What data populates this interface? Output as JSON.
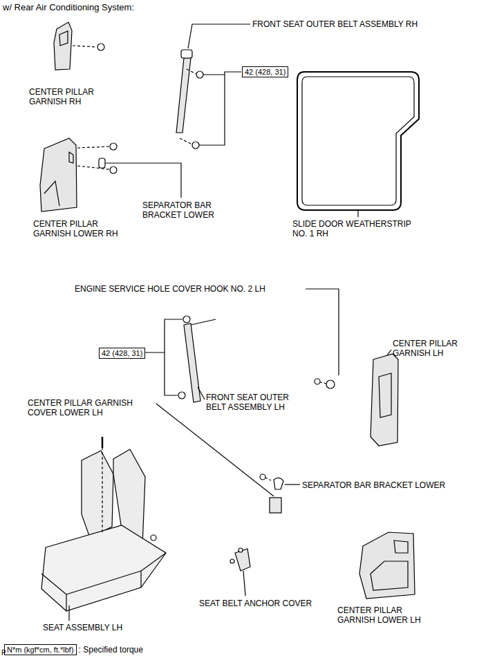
{
  "diagram": {
    "title": "w/ Rear Air Conditioning System:",
    "nodes": [
      {
        "text": [
          "42 (428, 31)"
        ]
      },
      {
        "text": [
          "42 (428, 31)"
        ]
      },
      {
        "text": [
          "N*m (kgf*cm, ft.*lbf)"
        ]
      }
    ],
    "labels": [
      "FRONT SEAT OUTER BELT ASSEMBLY RH",
      "CENTER PILLAR GARNISH RH",
      "SEPARATOR BAR BRACKET LOWER",
      "CENTER PILLAR GARNISH LOWER RH",
      "SLIDE DOOR WEATHERSTRIP NO. 1 RH",
      "ENGINE SERVICE HOLE COVER HOOK NO. 2 LH",
      "CENTER PILLAR GARNISH LH",
      "FRONT SEAT OUTER BELT ASSEMBLY LH",
      "CENTER PILLAR GARNISH COVER LOWER LH",
      "SEPARATOR BAR BRACKET LOWER",
      "SEAT ASSEMBLY LH",
      "SEAT BELT ANCHOR COVER",
      "CENTER PILLAR GARNISH LOWER LH",
      ": Specified torque",
      "P"
    ]
  }
}
